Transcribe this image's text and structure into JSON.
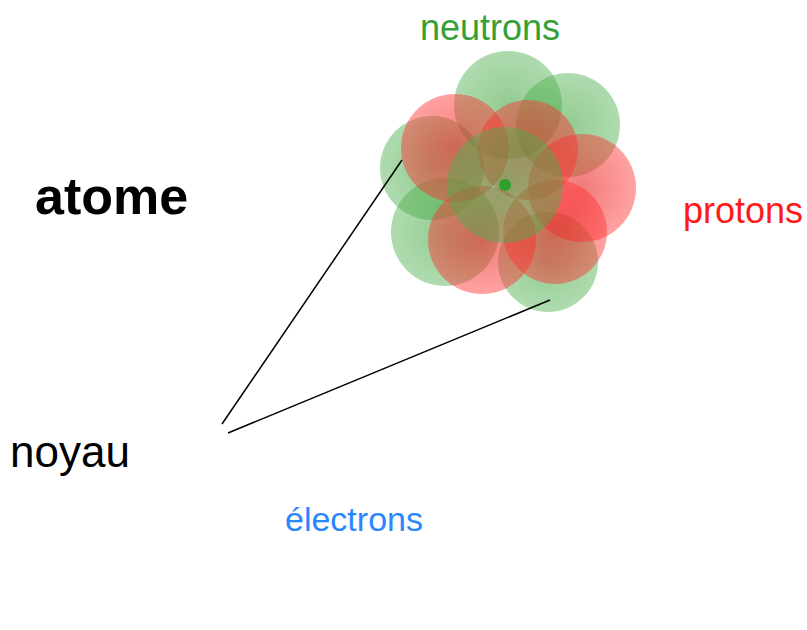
{
  "diagram": {
    "nodes": [
      {
        "text": [
          "noyau",
          "électrons"
        ]
      }
    ],
    "labels": [
      "atome",
      "neutrons",
      "protons"
    ]
  }
}
